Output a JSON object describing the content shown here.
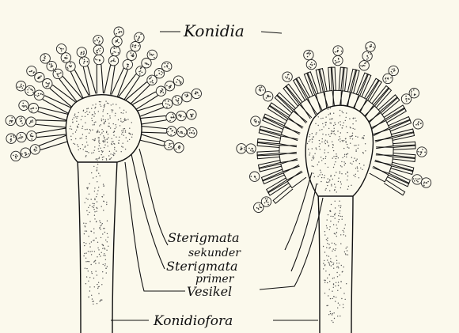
{
  "labels": {
    "konidia": "Konidia",
    "sterigmata_sekunder_1": "Sterigmata",
    "sterigmata_sekunder_2": "sekunder",
    "sterigmata_primer_1": "Sterigmata",
    "sterigmata_primer_2": "primer",
    "vesikel": "Vesikel",
    "konidiofora": "Konidiofora"
  },
  "colors": {
    "background": "#fbf9ec",
    "ink": "#111111",
    "stipple": "#555555"
  }
}
